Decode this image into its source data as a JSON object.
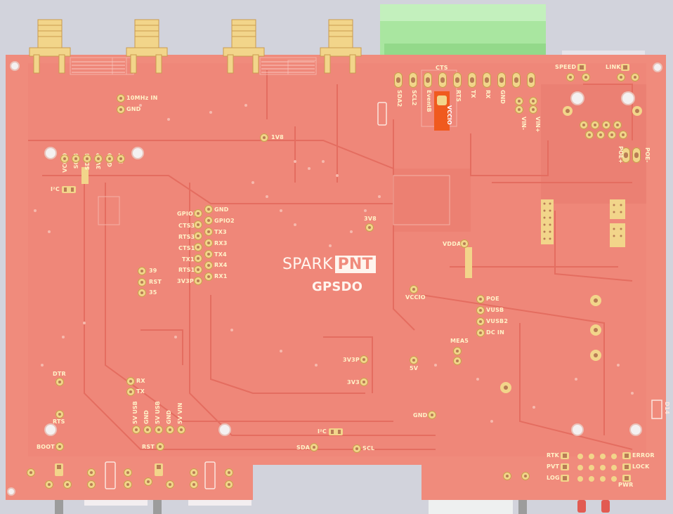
{
  "board": {
    "brand_left": "SPARK",
    "brand_right": "PNT",
    "product": "GPSDO",
    "colors": {
      "board": "#f08b7c",
      "board_shade": "#e8786b",
      "trace": "#e56f62",
      "pad": "#f2d58a",
      "silk": "#fff2c8",
      "connector_green": "#a9e6a0",
      "highlight": "#f05a1e"
    }
  },
  "labels": {
    "mhz_in": "10MHz IN",
    "gnd_top": "GND",
    "v1v8": "1V8",
    "v3v8": "3V8",
    "vdda": "VDDA",
    "vccio_mid": "VCCIO",
    "mea5": "MEA5",
    "v3v3p": "3V3P",
    "v5v": "5V",
    "v3v3": "3V3",
    "gnd_bottom": "GND",
    "sda": "SDA",
    "scl": "SCL",
    "i2c_left": "I²C",
    "i2c_bottom": "I²C",
    "dtr": "DTR",
    "rts_left": "RTS",
    "boot": "BOOT",
    "rst": "RST",
    "rx": "RX",
    "tx": "TX",
    "p39": "39",
    "rst39": "RST",
    "p35": "35",
    "cts": "CTS",
    "speed": "SPEED",
    "link": "LINK",
    "poe_minus": "POE-",
    "poe_plus": "POE+",
    "rtk": "RTK",
    "pvt": "PVT",
    "log": "LOG",
    "error": "ERROR",
    "lock": "LOCK",
    "pwr": "PWR",
    "d14": "D14",
    "vccio_orange": "VCCIO"
  },
  "left_gpio": [
    "GPIO1",
    "CTS3",
    "RTS3",
    "CTS1",
    "TX1",
    "RTS1",
    "3V3P"
  ],
  "right_gpio": [
    "GND",
    "GPIO2",
    "TX3",
    "RX3",
    "TX4",
    "RX4",
    "RX1"
  ],
  "power_labels": [
    "POE",
    "VUSB",
    "VUSB2",
    "DC IN"
  ],
  "top_header_vertical": [
    "SDA2",
    "SCL2",
    "EventB",
    "",
    "RTS",
    "TX",
    "RX",
    "GND",
    "VIN-",
    "VIN+"
  ],
  "left_header_vertical": [
    "VCCIO",
    "SCL3",
    "SDA3",
    "3V3P",
    "GND",
    "INT"
  ],
  "bottom_header_vertical": [
    "5V USB",
    "GND",
    "5V USB",
    "GND",
    "5V VIN"
  ]
}
